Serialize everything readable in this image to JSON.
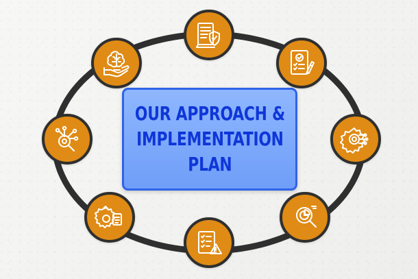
{
  "title": {
    "line1": "OUR APPROACH &",
    "line2": "IMPLEMENTATION",
    "line3": "PLAN"
  },
  "icons": [
    "document-shield-icon",
    "checklist-pencil-icon",
    "gear-circuit-icon",
    "magnifier-chart-icon",
    "warning-checklist-icon",
    "gear-document-icon",
    "search-network-icon",
    "brain-hand-icon"
  ],
  "colors": {
    "background": "#f3f3f1",
    "ring": "#2f2f2f",
    "node_fill": "#df8b15",
    "title_fill": "#7ca8fb",
    "title_border": "#2f63e8",
    "title_text": "#0e36d8",
    "icon_line": "#ffffff"
  }
}
